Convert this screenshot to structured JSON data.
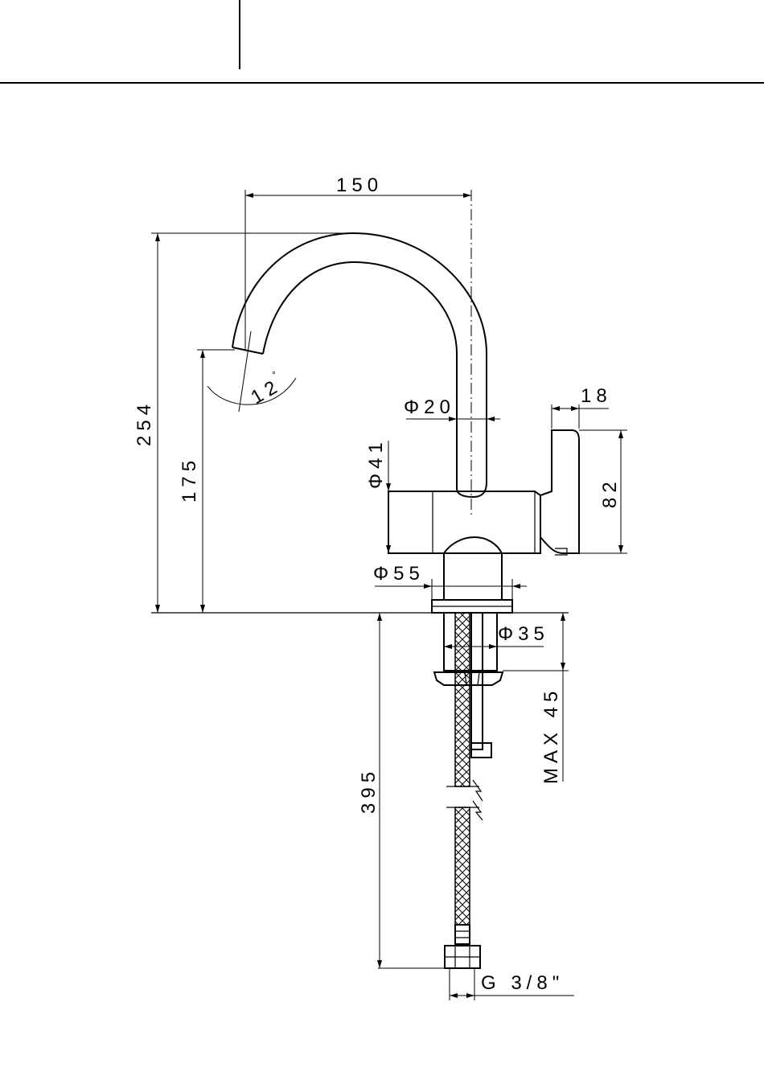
{
  "dimensions": {
    "spout_reach": "150",
    "total_height": "254",
    "spout_height": "175",
    "spout_angle": "12",
    "degree_symbol": "°",
    "spout_diameter": "Φ20",
    "body_diameter": "Φ41",
    "base_diameter": "Φ55",
    "shank_diameter": "Φ35",
    "lever_width": "18",
    "lever_height": "82",
    "max_deck": "MAX 45",
    "hose_length": "395",
    "connection": "G 3/8\""
  },
  "icons": [
    "diameter-symbol",
    "degree-symbol"
  ],
  "colors": {
    "line": "#000000",
    "background": "#ffffff"
  }
}
